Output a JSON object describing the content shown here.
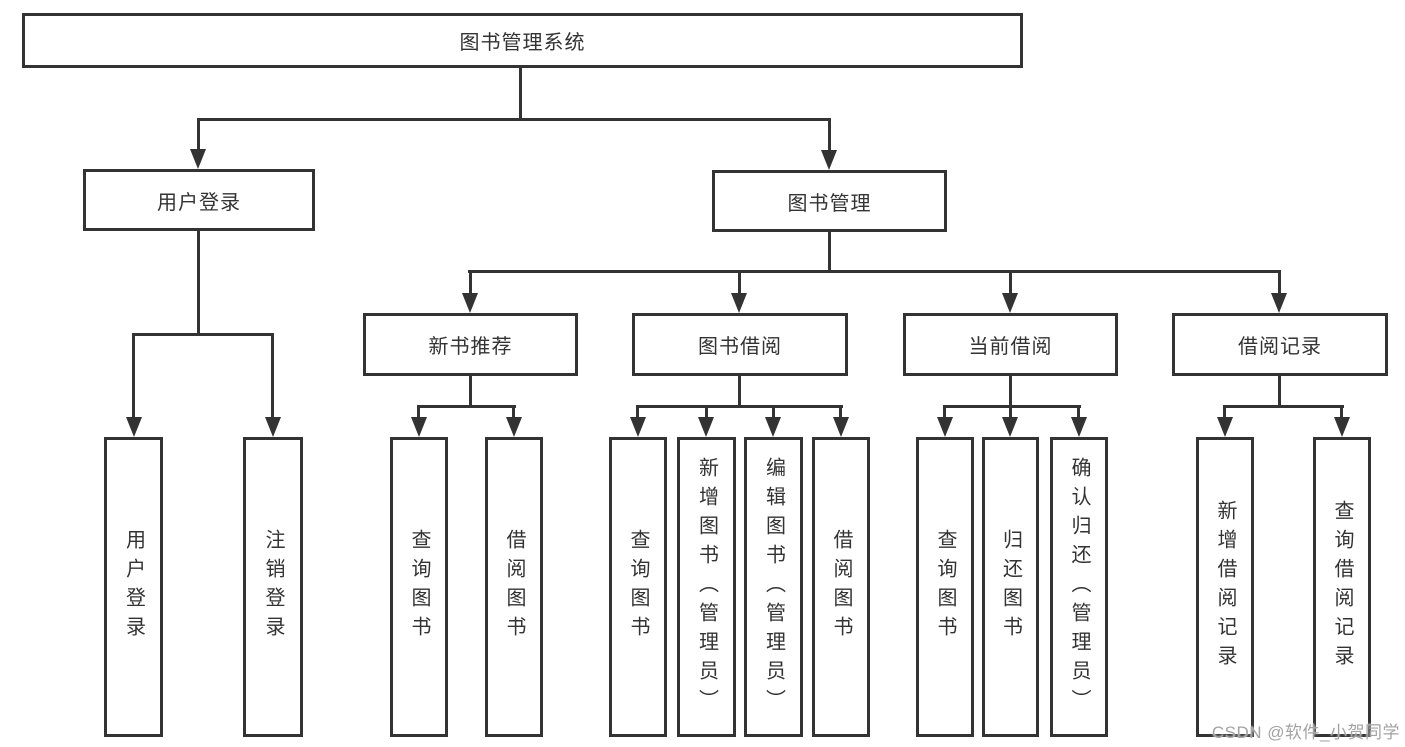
{
  "tree": {
    "root": {
      "label": "图书管理系统"
    },
    "branches": [
      {
        "label": "用户登录",
        "children": [
          {
            "label": "用户登录"
          },
          {
            "label": "注销登录"
          }
        ]
      },
      {
        "label": "图书管理",
        "children": [
          {
            "label": "新书推荐",
            "children": [
              {
                "label": "查询图书"
              },
              {
                "label": "借阅图书"
              }
            ]
          },
          {
            "label": "图书借阅",
            "children": [
              {
                "label": "查询图书"
              },
              {
                "label": "新增图书（管理员）"
              },
              {
                "label": "编辑图书（管理员）"
              },
              {
                "label": "借阅图书"
              }
            ]
          },
          {
            "label": "当前借阅",
            "children": [
              {
                "label": "查询图书"
              },
              {
                "label": "归还图书"
              },
              {
                "label": "确认归还（管理员）"
              }
            ]
          },
          {
            "label": "借阅记录",
            "children": [
              {
                "label": "新增借阅记录"
              },
              {
                "label": "查询借阅记录"
              }
            ]
          }
        ]
      }
    ]
  },
  "watermark": {
    "text": "CSDN @软件_小贺同学"
  },
  "colors": {
    "line": "#333333",
    "text": "#333333",
    "watermark": "#a3a3a3",
    "background": "#ffffff"
  }
}
